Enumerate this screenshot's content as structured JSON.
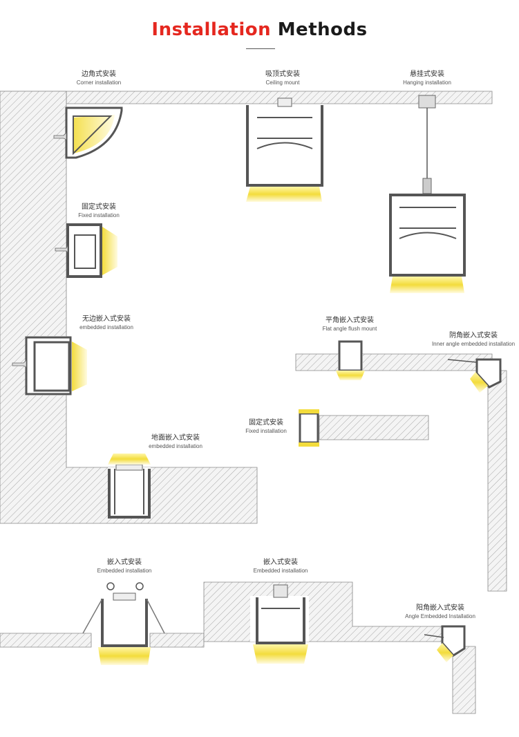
{
  "title": {
    "part1": "Installation",
    "part2": "Methods",
    "accent_color": "#e5271f"
  },
  "labels": {
    "corner": {
      "cn": "边角式安装",
      "en": "Corner installation"
    },
    "ceiling": {
      "cn": "吸顶式安装",
      "en": "Ceiling mount"
    },
    "hanging": {
      "cn": "悬挂式安装",
      "en": "Hanging installation"
    },
    "fixed": {
      "cn": "固定式安装",
      "en": "Fixed installation"
    },
    "edgeless": {
      "cn": "无边嵌入式安装",
      "en": "embedded installation"
    },
    "flat_angle": {
      "cn": "平角嵌入式安装",
      "en": "Flat angle flush mount"
    },
    "inner_angle": {
      "cn": "阴角嵌入式安装",
      "en": "Inner angle embedded installation"
    },
    "fixed2": {
      "cn": "固定式安装",
      "en": "Fixed installation"
    },
    "floor": {
      "cn": "地面嵌入式安装",
      "en": "embedded installation"
    },
    "embedded1": {
      "cn": "嵌入式安装",
      "en": "Embedded installation"
    },
    "embedded2": {
      "cn": "嵌入式安装",
      "en": "Embedded installation"
    },
    "angle_embedded": {
      "cn": "阳角嵌入式安装",
      "en": "Angle Embedded Installation"
    }
  },
  "colors": {
    "profile": "#555555",
    "light": "#f4e04d",
    "wall": "#f2f2f2",
    "hatch": "#9a9a9a"
  }
}
